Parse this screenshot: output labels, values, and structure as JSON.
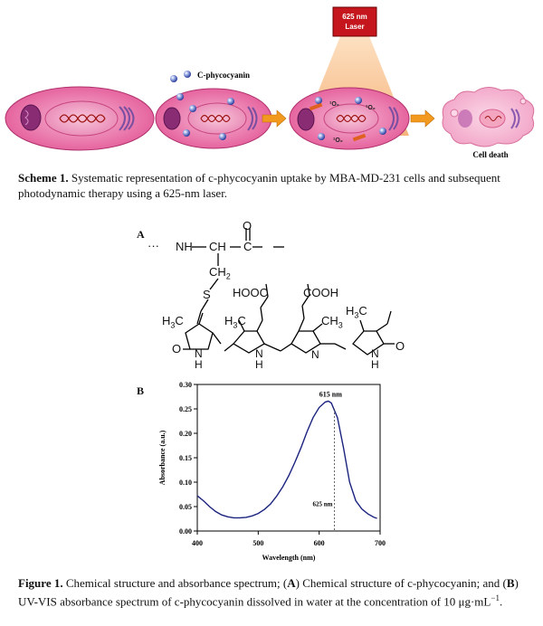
{
  "scheme": {
    "laser_label_line1": "625 nm",
    "laser_label_line2": "Laser",
    "cphy_legend": "C-phycocyanin",
    "ros_label": "¹O₂",
    "cell_death_label": "Cell death",
    "caption_label": "Scheme 1.",
    "caption_text": " Systematic representation of c-phycocyanin uptake by MBA-MD-231 cells and subsequent photodynamic therapy using a 625-nm laser."
  },
  "structure": {
    "panel_label": "A",
    "frag_nh": "NH",
    "frag_ch": "CH",
    "frag_c": "C",
    "frag_o_top": "O",
    "frag_ch2": "CH",
    "frag_ch2_sub": "2",
    "frag_s": "S",
    "frag_hooc": "HOOC",
    "frag_cooh": "COOH",
    "frag_h3c_left": "H",
    "frag_h3c_left_sub": "3",
    "frag_h3c_left_c": "C",
    "frag_h3c_ring2": "H",
    "frag_h3c_ring2_sub": "3",
    "frag_h3c_ring2_c": "C",
    "frag_ch3_ring3": "CH",
    "frag_ch3_ring3_sub": "3",
    "frag_h3c_right": "H",
    "frag_h3c_right_sub": "3",
    "frag_h3c_right_c": "C",
    "frag_o_left": "O",
    "frag_o_right": "O",
    "frag_n": "N",
    "frag_h": "H"
  },
  "chart_data": {
    "type": "line",
    "panel_label": "B",
    "xlabel": "Wavelength (nm)",
    "ylabel": "Absorbance (a.u.)",
    "xlim": [
      400,
      700
    ],
    "ylim": [
      0.0,
      0.3
    ],
    "xticks": [
      "400",
      "500",
      "600",
      "700"
    ],
    "yticks": [
      "0.00",
      "0.05",
      "0.10",
      "0.15",
      "0.20",
      "0.25",
      "0.30"
    ],
    "annotations": [
      {
        "text": "615 nm",
        "x": 615
      },
      {
        "text": "625 nm",
        "x": 625
      }
    ],
    "line_color": "#1a237e",
    "series": [
      {
        "x": [
          400,
          410,
          420,
          430,
          440,
          450,
          460,
          470,
          480,
          490,
          500,
          510,
          520,
          530,
          540,
          550,
          560,
          570,
          580,
          590,
          600,
          610,
          615,
          620,
          630,
          640,
          650,
          660,
          670,
          680,
          690,
          695
        ],
        "values": [
          0.072,
          0.062,
          0.05,
          0.04,
          0.033,
          0.029,
          0.027,
          0.027,
          0.028,
          0.031,
          0.036,
          0.044,
          0.055,
          0.071,
          0.09,
          0.113,
          0.14,
          0.17,
          0.203,
          0.232,
          0.253,
          0.264,
          0.266,
          0.262,
          0.232,
          0.17,
          0.1,
          0.062,
          0.045,
          0.035,
          0.028,
          0.026
        ]
      }
    ]
  },
  "figure_caption": {
    "label": "Figure 1.",
    "text1": "  Chemical structure and absorbance spectrum; (",
    "a": "A",
    "text2": ") Chemical structure of c-phycocyanin; and (",
    "b": "B",
    "text3": ") UV-VIS absorbance spectrum of c-phycocyanin dissolved in water at the concentration of 10 μg·mL",
    "superscript": "−1",
    "text4": "."
  }
}
